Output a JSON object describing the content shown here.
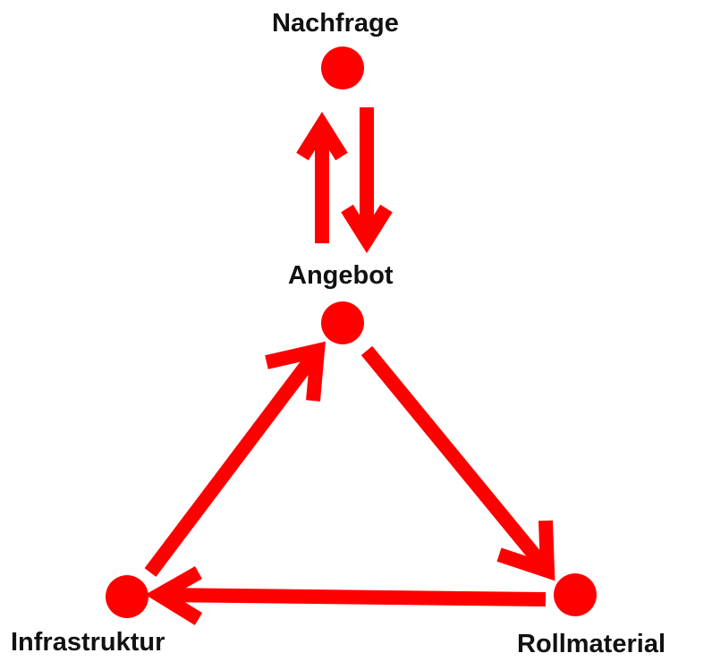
{
  "nodes": {
    "nachfrage": "Nachfrage",
    "angebot": "Angebot",
    "infrastruktur": "Infrastruktur",
    "rollmaterial": "Rollmaterial"
  },
  "colors": {
    "accent": "#ff0000"
  }
}
